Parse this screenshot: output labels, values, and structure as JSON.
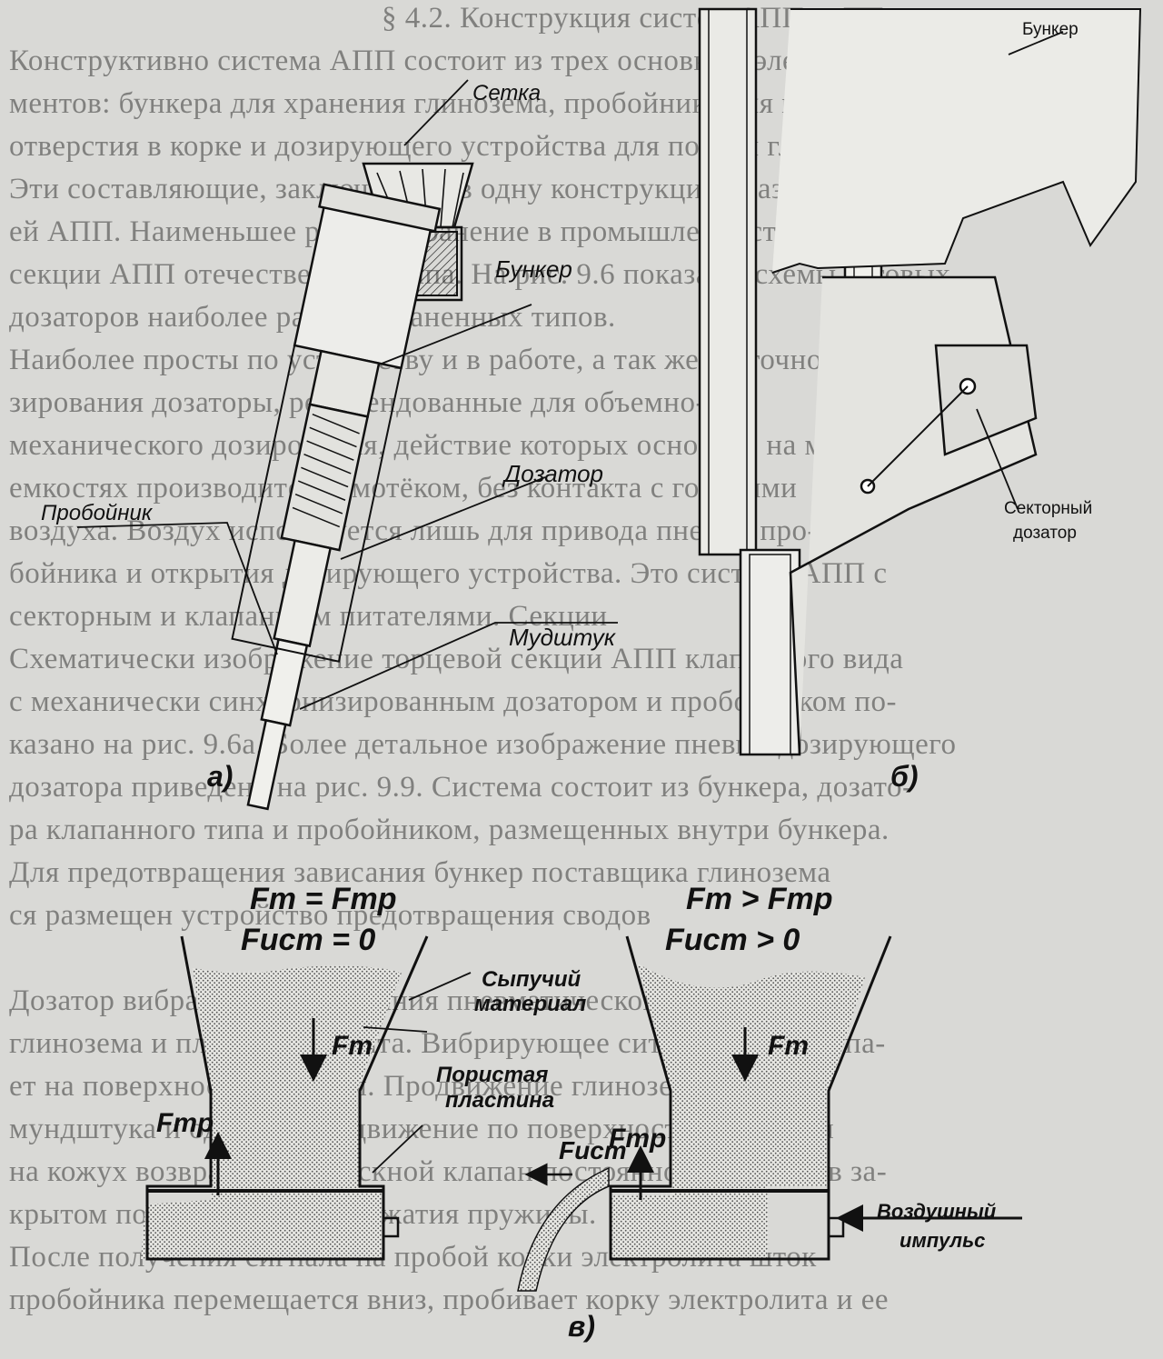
{
  "background_text": [
    "§ 4.2. Конструкция систем АПП",
    "Конструктивно система АПП состоит из трех основных эле-",
    "ментов: бункера для хранения глинозема, пробойника для пробивки",
    "отверстия в корке и дозирующего устройства для подачи глинозема.",
    "Эти составляющие, заключенные в одну конструкцию, называют секци-",
    "ей АПП. Наименьшее распространение в промышленности получили",
    "секции АПП отечественного типа. На рис. 9.6 показаны схемы готовых",
    "дозаторов наиболее распространенных типов.",
    "Наиболее просты по устройству и в работе, а так же по точности до-",
    "зирования дозаторы, рекомендованные для объемно-",
    "механического дозирования, действие которых основано на мерных",
    "емкостях производится самотёком, без контакта с горячими",
    "воздуха. Воздух используется лишь для привода пневмо про-",
    "бойника и открытия дозирующего устройства. Это система АПП с",
    "секторным и клапанным питателями. Секции",
    "Схематически изображение торцевой секции АПП клапанного вида",
    "с механически синхронизированным дозатором и пробойником по-",
    "казано на рис. 9.6а. Более детальное изображение пневмо дозирующего",
    "дозатора приведено на рис. 9.9. Система состоит из бункера, дозато-",
    "ра клапанного типа и пробойником, размещенных внутри бункера.",
    "Для предотвращения зависания бункер поставщика глинозема",
    "ся размещен устройство предотвращения сводов",
    "",
    "Дозатор вибрационного питания пневматической доски",
    "глинозема и плавающая лента. Вибрирующее сито также поступа-",
    "ет на поверхность решетки. Продвижение глинозема внутри",
    "мундштука и однородное движение по поверхности его плиты",
    "на кожух возвратной выпускной клапан постоянно находится в за-",
    "крытом положении за счет сжатия пружины.",
    "После получения сигнала на пробой корки электролита шток",
    "пробойника перемещается вниз, пробивает корку электролита и ее"
  ],
  "fig_a": {
    "labels": {
      "setka": "Сетка",
      "bunker": "Бункер",
      "dozator": "Дозатор",
      "proboinik": "Пробойник",
      "mundshtuk": "Мyдштук"
    },
    "caption": "а)"
  },
  "fig_b": {
    "labels": {
      "bunker": "Бункер",
      "sektorny": "Секторный",
      "dozator": "дозатор"
    },
    "caption": "б)"
  },
  "fig_v": {
    "left": {
      "eq1": "Fm = Fmp",
      "eq2": "Fuст = 0",
      "fm": "Fm",
      "fmp": "Fmp"
    },
    "right": {
      "eq1": "Fm > Fmp",
      "eq2": "Fuст > 0",
      "fm": "Fm",
      "fmp": "Fmp",
      "fist": "Fucm"
    },
    "labels": {
      "sypuchiy": "Сыпучий",
      "material": "материал",
      "poristaya": "Пористая",
      "plastina": "пластина",
      "vozdushny": "Воздушный",
      "impuls": "импульс"
    },
    "caption": "в)"
  }
}
